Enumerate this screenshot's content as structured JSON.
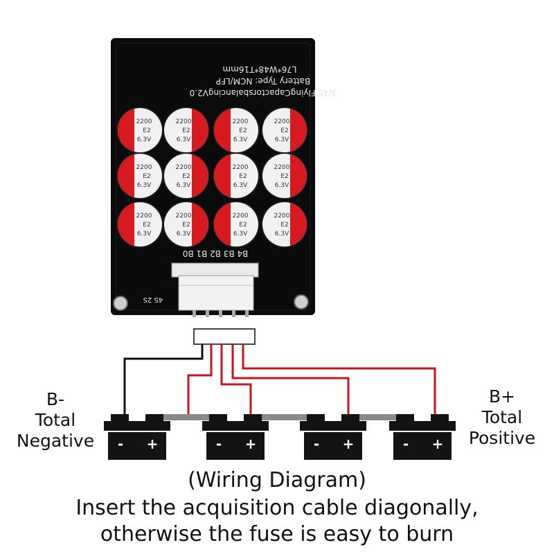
{
  "board": {
    "title_line1": "L76*W48*T16mm",
    "title_line2": "Battery Type: NCM/LFP",
    "title_line3": "3/4S FlyingCapactorsbalancingV2.0",
    "connector_pins": "B4 B3 B2 B1 B0",
    "mode_labels": "4S 2S",
    "capacitors": [
      {
        "value": "2200",
        "brand": "E2",
        "voltage": "6.3V"
      },
      {
        "value": "2200",
        "brand": "E2",
        "voltage": "6.3V"
      },
      {
        "value": "2200",
        "brand": "E2",
        "voltage": "6.3V"
      },
      {
        "value": "2200",
        "brand": "E2",
        "voltage": "6.3V"
      },
      {
        "value": "2200",
        "brand": "E2",
        "voltage": "6.3V"
      },
      {
        "value": "2200",
        "brand": "E2",
        "voltage": "6.3V"
      },
      {
        "value": "2200",
        "brand": "E2",
        "voltage": "6.3V"
      },
      {
        "value": "2200",
        "brand": "E2",
        "voltage": "6.3V"
      },
      {
        "value": "2200",
        "brand": "E2",
        "voltage": "6.3V"
      },
      {
        "value": "2200",
        "brand": "E2",
        "voltage": "6.3V"
      },
      {
        "value": "2200",
        "brand": "E2",
        "voltage": "6.3V"
      },
      {
        "value": "2200",
        "brand": "E2",
        "voltage": "6.3V"
      }
    ]
  },
  "labels": {
    "neg_line1": "B-",
    "neg_line2": "Total",
    "neg_line3": "Negative",
    "pos_line1": "B+",
    "pos_line2": "Total",
    "pos_line3": "Positive"
  },
  "battery_terminals": {
    "negative": "-",
    "positive": "+"
  },
  "caption": {
    "line1": "(Wiring Diagram)",
    "line2": "Insert the acquisition cable diagonally,",
    "line3": "otherwise the fuse is easy to burn"
  },
  "colors": {
    "pcb": "#0b0b0b",
    "cap_red": "#d71920",
    "cap_white": "#f1f1f1",
    "wire_red": "#c8141c",
    "wire_black": "#111111",
    "battery": "#131313"
  }
}
